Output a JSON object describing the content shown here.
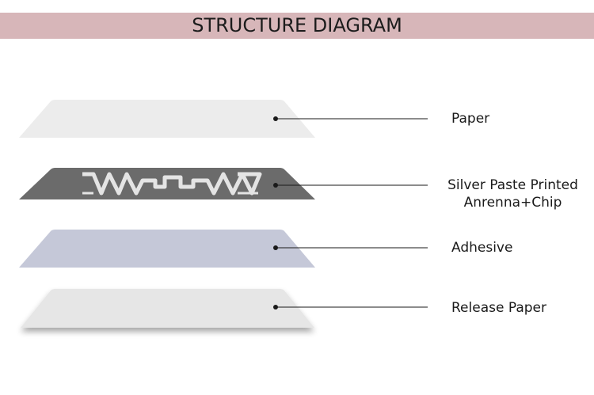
{
  "header": {
    "title": "STRUCTURE DIAGRAM"
  },
  "colors": {
    "banner": "#d7b6b9",
    "paper": "#ececec",
    "antenna_film": "#6b6b6b",
    "antenna_trace": "#e4e4e4",
    "adhesive": "#c5c8d8",
    "release_paper": "#e6e6e6",
    "leader_line": "#1a1a1a"
  },
  "layers": [
    {
      "label_lines": [
        "Paper"
      ]
    },
    {
      "label_lines": [
        "Silver Paste Printed",
        "Anrenna+Chip"
      ]
    },
    {
      "label_lines": [
        "Adhesive"
      ]
    },
    {
      "label_lines": [
        "Release Paper"
      ]
    }
  ]
}
